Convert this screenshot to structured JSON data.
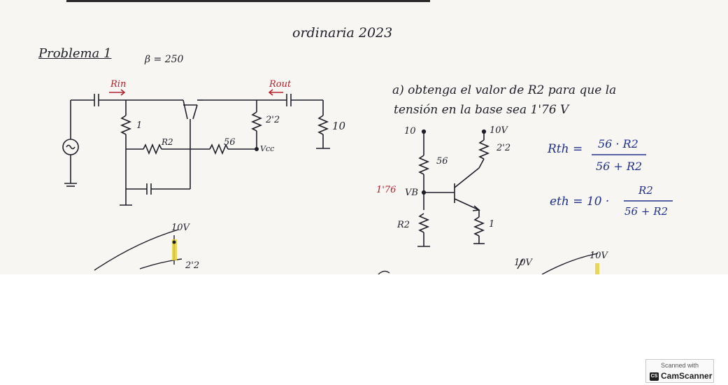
{
  "header": {
    "title": "ordinaria 2023",
    "problem": "Problema 1",
    "beta": "β = 250"
  },
  "circuit": {
    "rin_label": "Rin",
    "rout_label": "Rout",
    "r1": "1",
    "r2": "R2",
    "r56": "56",
    "r22": "2'2",
    "rload": "10",
    "vcc": "Vcc"
  },
  "question": {
    "line1": "a) obtenga el valor de R2 para que la",
    "line2": "tensión en la base sea 1'76 V"
  },
  "bias_circuit": {
    "top_left_v": "10",
    "top_right_v": "10V",
    "r_collector": "2'2",
    "r_top": "56",
    "vb_value": "1'76",
    "vb_label": "VB",
    "r_bottom": "R2",
    "r_emitter": "1"
  },
  "equations": {
    "rth_lhs": "Rth =",
    "rth_num": "56 · R2",
    "rth_den": "56 + R2",
    "eth_lhs": "eth = 10 ·",
    "eth_num": "R2",
    "eth_den": "56 + R2"
  },
  "sketches": {
    "left_v": "10V",
    "left_r": "2'2",
    "right_v1": "10V",
    "right_v2": "10V"
  },
  "badge": {
    "line1": "Scanned with",
    "logo": "CS",
    "line2": "CamScanner"
  },
  "colors": {
    "ink": "#1f1f2a",
    "red_ink": "#b0202a",
    "blue_ink": "#20308a",
    "highlight": "#e8d23a"
  }
}
